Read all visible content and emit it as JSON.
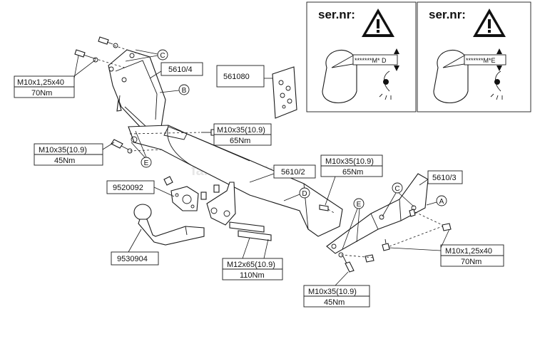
{
  "watermark": "farkop-center.ru",
  "serial_panels": [
    {
      "label": "ser.nr:",
      "code": "*******M* D"
    },
    {
      "label": "ser.nr:",
      "code": "*******M*E"
    }
  ],
  "torque_labels": [
    {
      "spec": "M10x1,25x40",
      "torque": "70Nm"
    },
    {
      "spec": "M10x35(10.9)",
      "torque": "65Nm"
    },
    {
      "spec": "M10x35(10.9)",
      "torque": "45Nm"
    },
    {
      "spec": "M10x35(10.9)",
      "torque": "65Nm"
    },
    {
      "spec": "M12x65(10.9)",
      "torque": "110Nm"
    },
    {
      "spec": "M10x1,25x40",
      "torque": "70Nm"
    },
    {
      "spec": "M10x35(10.9)",
      "torque": "45Nm"
    }
  ],
  "part_numbers": [
    "5610/4",
    "561080",
    "5610/2",
    "9520092",
    "9530904",
    "5610/3"
  ],
  "callout_letters": [
    "C",
    "B",
    "E",
    "D",
    "E",
    "C",
    "A"
  ]
}
